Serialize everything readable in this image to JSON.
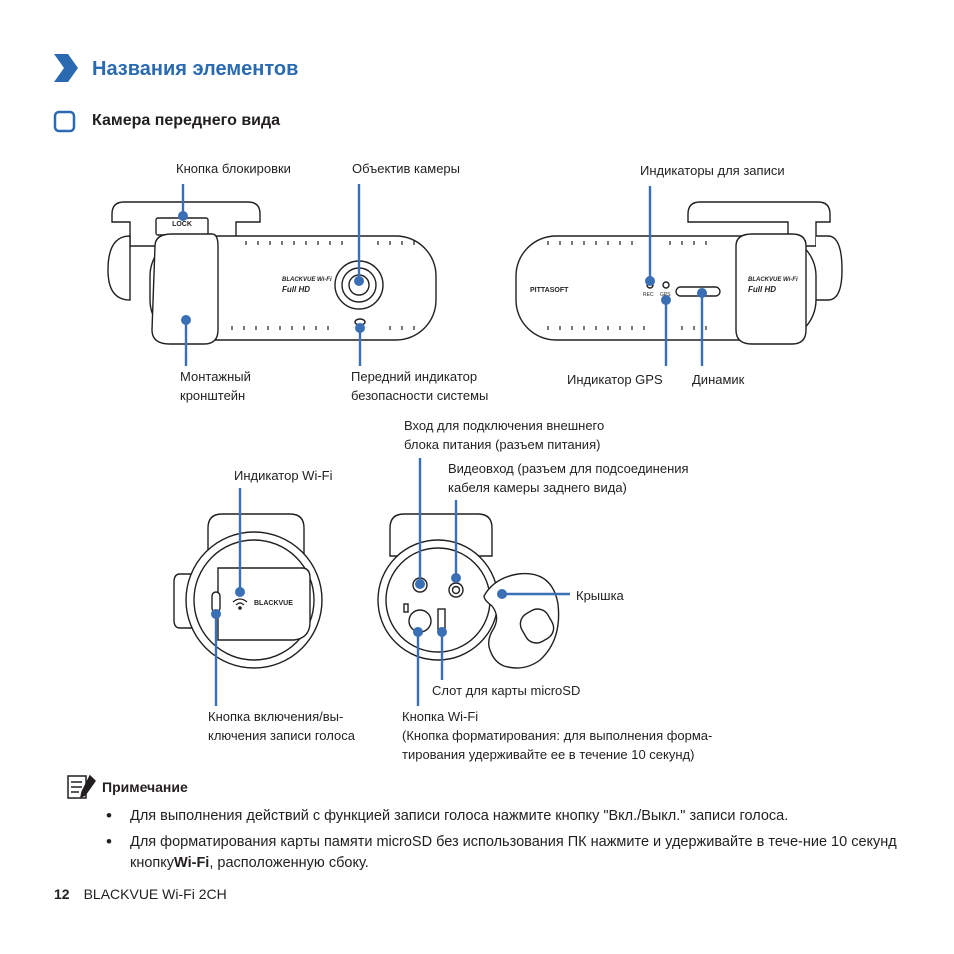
{
  "section_title": "Названия элементов",
  "subsection_title": "Камера переднего вида",
  "labels": {
    "lock_button": "Кнопка блокировки",
    "camera_lens": "Объектив камеры",
    "recording_indicators": "Индикаторы для записи",
    "mount_bracket": [
      "Монтажный",
      "кронштейн"
    ],
    "security_led": [
      "Передний индикатор",
      "безопасности системы"
    ],
    "gps_indicator": "Индикатор GPS",
    "speaker": "Динамик",
    "power_input": [
      "Вход для подключения внешнего",
      "блока питания (разъем питания)"
    ],
    "wifi_indicator": "Индикатор Wi-Fi",
    "video_input": [
      "Видеовход (разъем для подсоединения",
      "кабеля камеры заднего вида)"
    ],
    "cover": "Крышка",
    "microsd_slot": "Слот для карты microSD",
    "voice_button": [
      "Кнопка включения/вы-",
      "ключения записи голоса"
    ],
    "wifi_button": [
      "Кнопка Wi-Fi",
      "(Кнопка форматирования: для выполнения форма-",
      "тирования удерживайте ее в течение 10 секунд)"
    ]
  },
  "device_text": {
    "lock": "LOCK",
    "brand_wifi": "BLACKVUE Wi-Fi",
    "full_hd": "Full HD",
    "pittasoft": "PITTASOFT",
    "rec": "REC",
    "gps": "GPS",
    "blackvue": "BLACKVUE"
  },
  "note": {
    "title": "Примечание",
    "bullet1": "Для выполнения действий с функцией записи голоса нажмите кнопку \"Вкл./Выкл.\" записи голоса.",
    "bullet2_pre": "Для форматирования карты памяти microSD без использования ПК нажмите и удерживайте в тече-ние 10 секунд кнопку",
    "bullet2_bold": "Wi-Fi",
    "bullet2_post": ", расположенную сбоку."
  },
  "footer": {
    "page": "12",
    "product": "BLACKVUE Wi-Fi 2CH"
  },
  "colors": {
    "accent": "#2a6ab1",
    "callout": "#3a6fb5",
    "line": "#231f20"
  }
}
